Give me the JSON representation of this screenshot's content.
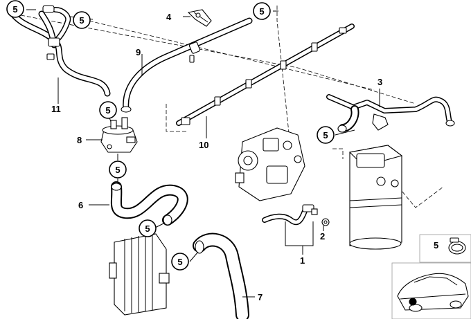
{
  "callouts": {
    "c1": "1",
    "c2": "2",
    "c3": "3",
    "c4": "4",
    "c5": "5",
    "c6": "6",
    "c7": "7",
    "c8": "8",
    "c9": "9",
    "c10": "10",
    "c11": "11"
  },
  "legend": {
    "c5_inset": "5"
  }
}
